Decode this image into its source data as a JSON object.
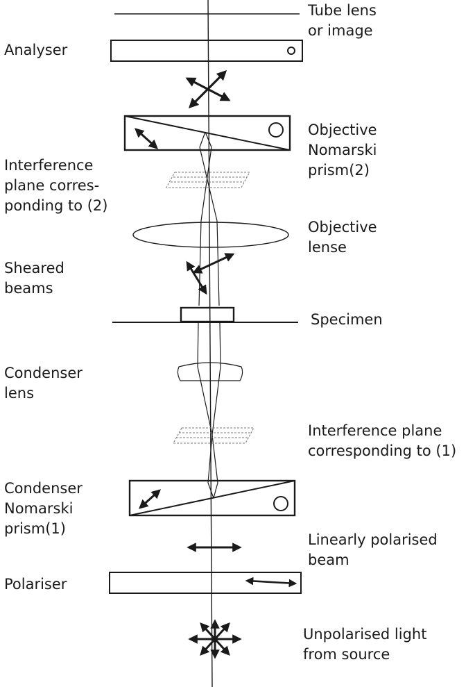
{
  "labels": {
    "tube_lens": "Tube lens\nor image",
    "analyser": "Analyser",
    "objective_prism": "Objective\nNomarski\nprism(2)",
    "interference_plane_2": "Interference\nplane corres-\nponding to (2)",
    "objective_lens": "Objective\nlense",
    "sheared_beams": "Sheared\nbeams",
    "specimen": "Specimen",
    "condenser_lens": "Condenser\nlens",
    "interference_plane_1": "Interference plane\ncorresponding to (1)",
    "condenser_prism": "Condenser\nNomarski\nprism(1)",
    "linearly_polarised_beam": "Linearly polarised\nbeam",
    "polariser": "Polariser",
    "unpolarised_light": "Unpolarised light\nfrom source"
  },
  "colors": {
    "stroke": "#1a1a1a",
    "dashed": "#777777"
  }
}
